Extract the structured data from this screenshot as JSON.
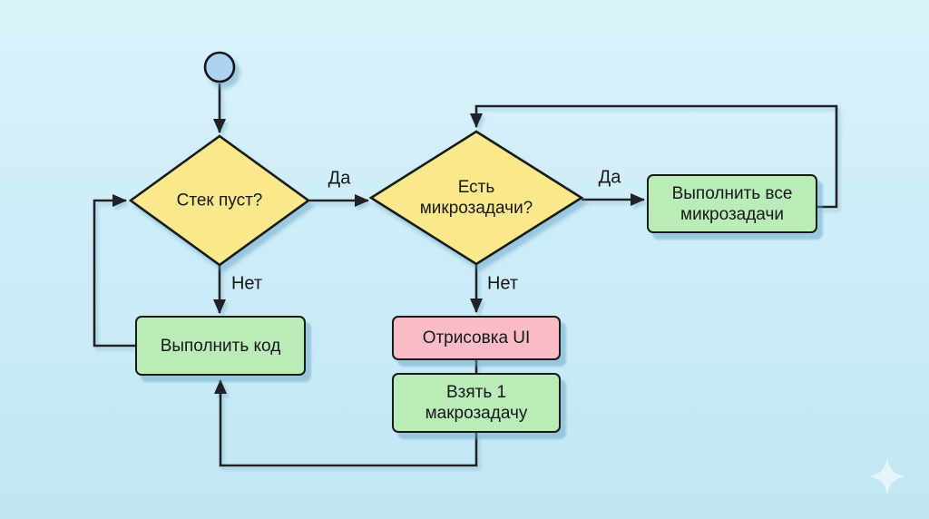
{
  "colors": {
    "background_top": "#d9f3fa",
    "background_bottom": "#c2e6f4",
    "decision_fill": "#fae98c",
    "process_green_fill": "#b9ecb6",
    "process_pink_fill": "#f9bcc6",
    "start_node_fill": "#aed3f2",
    "stroke": "#1a1a1a",
    "shadow": "rgba(98,162,198,0.5)"
  },
  "nodes": {
    "stack_empty": {
      "lines": [
        "Стек пуст?"
      ]
    },
    "has_microtasks": {
      "lines": [
        "Есть",
        "микрозадачи?"
      ]
    },
    "run_all_microtasks": {
      "lines": [
        "Выполнить все",
        "микрозадачи"
      ]
    },
    "run_code": {
      "lines": [
        "Выполнить код"
      ]
    },
    "render_ui": {
      "lines": [
        "Отрисовка UI"
      ]
    },
    "take_macrotask": {
      "lines": [
        "Взять 1",
        "макрозадачу"
      ]
    }
  },
  "edge_labels": {
    "yes_1": "Да",
    "yes_2": "Да",
    "no_1": "Нет",
    "no_2": "Нет"
  }
}
